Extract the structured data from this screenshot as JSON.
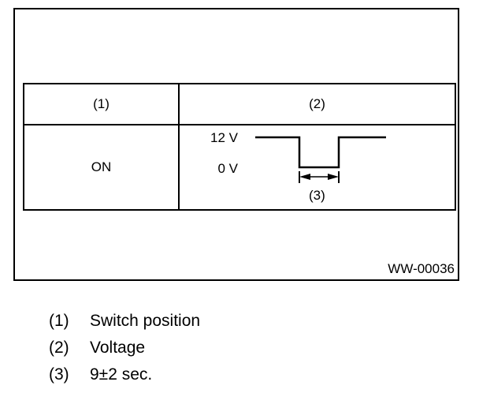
{
  "figure": {
    "table": {
      "header": [
        "(1)",
        "(2)"
      ],
      "row": {
        "position": "ON",
        "waveform": {
          "high_label": "12 V",
          "low_label": "0 V",
          "callout": "(3)"
        }
      }
    },
    "code": "WW-00036"
  },
  "legend": [
    {
      "num": "(1)",
      "text": "Switch position"
    },
    {
      "num": "(2)",
      "text": "Voltage"
    },
    {
      "num": "(3)",
      "text": "9±2 sec."
    }
  ]
}
